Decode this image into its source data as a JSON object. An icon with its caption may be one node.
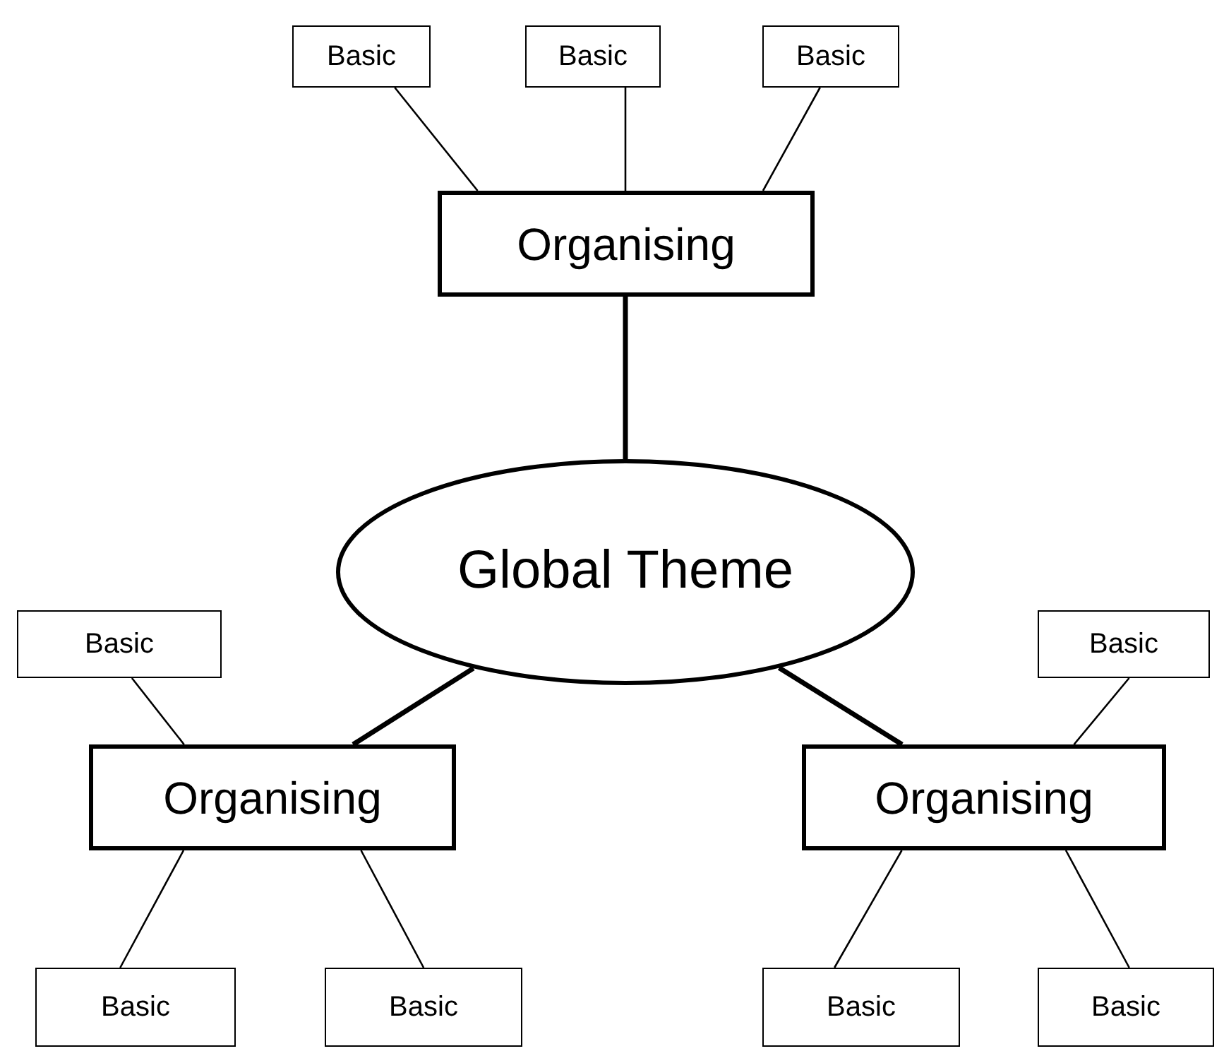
{
  "diagram": {
    "nodes": [
      {
        "text": [
          "Basic"
        ]
      },
      {
        "text": [
          "Basic"
        ]
      },
      {
        "text": [
          "Basic"
        ]
      },
      {
        "text": [
          "Organising"
        ]
      },
      {
        "text": [
          "Global Theme"
        ]
      },
      {
        "text": [
          "Basic"
        ]
      },
      {
        "text": [
          "Basic"
        ]
      },
      {
        "text": [
          "Organising"
        ]
      },
      {
        "text": [
          "Organising"
        ]
      },
      {
        "text": [
          "Basic"
        ]
      },
      {
        "text": [
          "Basic"
        ]
      },
      {
        "text": [
          "Basic"
        ]
      },
      {
        "text": [
          "Basic"
        ]
      }
    ],
    "edges": [
      {
        "from": 0,
        "to": 3,
        "arrow": "none"
      },
      {
        "from": 1,
        "to": 3,
        "arrow": "none"
      },
      {
        "from": 2,
        "to": 3,
        "arrow": "none"
      },
      {
        "from": 3,
        "to": 4,
        "arrow": "none",
        "style": "thick"
      },
      {
        "from": 4,
        "to": 7,
        "arrow": "none",
        "style": "thick"
      },
      {
        "from": 4,
        "to": 8,
        "arrow": "none",
        "style": "thick"
      },
      {
        "from": 5,
        "to": 7,
        "arrow": "none"
      },
      {
        "from": 6,
        "to": 8,
        "arrow": "none"
      },
      {
        "from": 7,
        "to": 9,
        "arrow": "none"
      },
      {
        "from": 7,
        "to": 10,
        "arrow": "none"
      },
      {
        "from": 8,
        "to": 11,
        "arrow": "none"
      },
      {
        "from": 8,
        "to": 12,
        "arrow": "none"
      }
    ]
  }
}
